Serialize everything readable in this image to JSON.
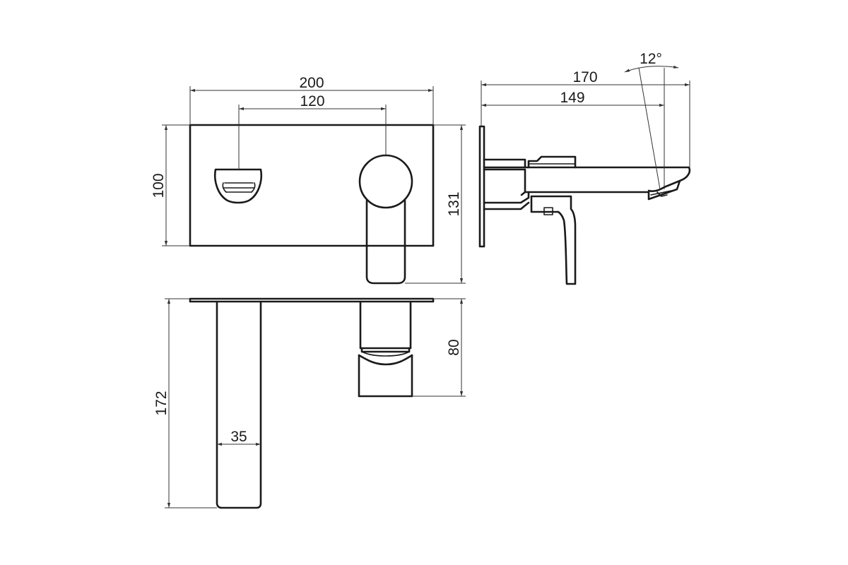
{
  "dimensions": {
    "front_plate_width": "200",
    "front_hole_spacing": "120",
    "front_plate_height": "100",
    "front_total_height": "131",
    "side_spout_length": "170",
    "side_body_length": "149",
    "side_spout_angle": "12°",
    "top_spout_depth": "172",
    "top_spout_width": "35",
    "top_handle_depth": "80"
  },
  "colors": {
    "line": "#1a1a1a",
    "dimension_line": "#333333",
    "background": "#ffffff"
  }
}
